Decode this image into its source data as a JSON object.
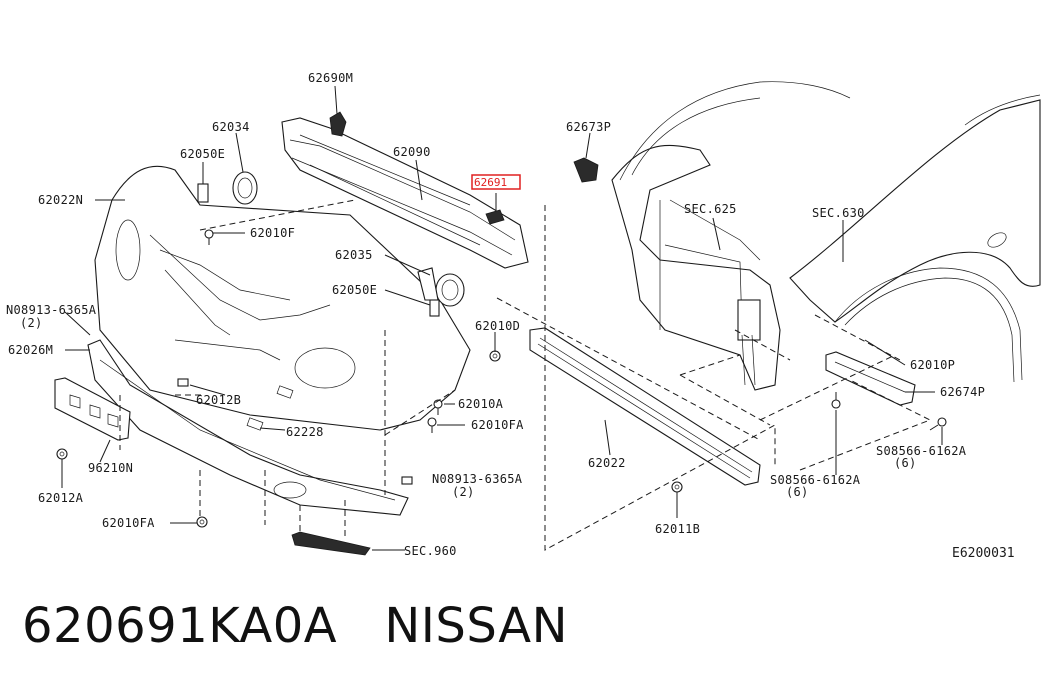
{
  "highlighted_part": "62691",
  "diagram_code": "E6200031",
  "footer": {
    "part_number": "620691KA0A",
    "brand": "NISSAN"
  },
  "labels": {
    "p62690M": "62690M",
    "p62034": "62034",
    "p62050E_top": "62050E",
    "p62090": "62090",
    "p62022N": "62022N",
    "p62010F": "62010F",
    "p62035": "62035",
    "p62050E_mid": "62050E",
    "n08913_left": "N08913-6365A",
    "n08913_left_qty": "(2)",
    "p62026M": "62026M",
    "p62010D": "62010D",
    "p62012B": "62012B",
    "p62010A": "62010A",
    "p62228": "62228",
    "p62010FA_right": "62010FA",
    "p96210N": "96210N",
    "p62012A": "62012A",
    "n08913_mid": "N08913-6365A",
    "n08913_mid_qty": "(2)",
    "p62010FA_left": "62010FA",
    "sec960": "SEC.960",
    "p62022": "62022",
    "p62011B": "62011B",
    "p62673P": "62673P",
    "sec625": "SEC.625",
    "sec630": "SEC.630",
    "p62010P": "62010P",
    "p62674P": "62674P",
    "s08566_right": "S08566-6162A",
    "s08566_right_qty": "(6)",
    "s08566_mid": "S08566-6162A",
    "s08566_mid_qty": "(6)"
  },
  "colors": {
    "highlight": "#e02020",
    "line": "#1a1a1a"
  }
}
